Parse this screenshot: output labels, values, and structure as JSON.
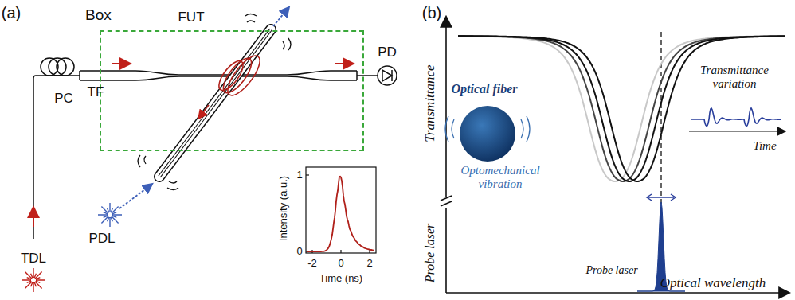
{
  "diagram": {
    "nodes": [
      {
        "text": [
          "Box"
        ]
      }
    ],
    "edges": [],
    "labels": [
      "(a)",
      "FUT",
      "TF",
      "PD",
      "PC",
      "PDL",
      "TDL",
      "Intensity (a.u.)",
      "1",
      "0",
      "-2",
      "0",
      "2",
      "Time (ns)",
      "(b)",
      "Transmittance",
      "Probe laser",
      "Optical fiber",
      "Optomechanical vibration",
      "Transmittance variation",
      "Time",
      "Probe laser",
      "Optical wavelength"
    ]
  }
}
